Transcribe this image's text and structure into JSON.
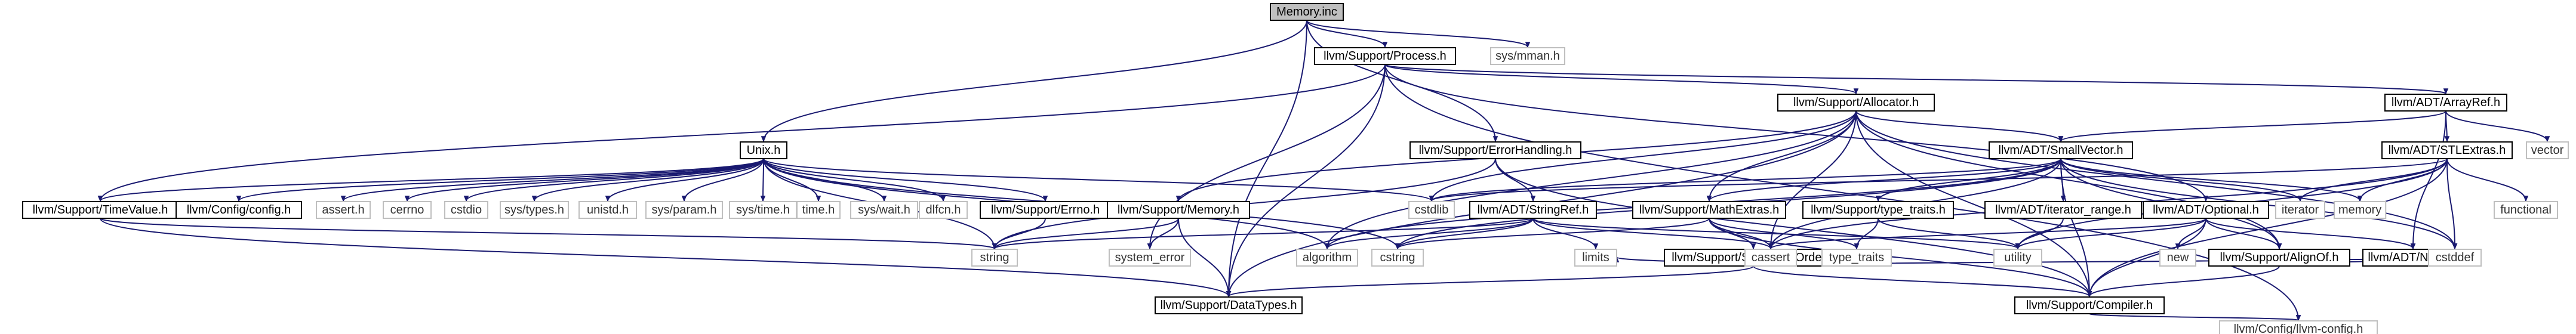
{
  "graph": {
    "title": "Include dependency graph for Memory.inc",
    "colors": {
      "edge": "#191970",
      "root_fill": "#bfbfbf",
      "external_border": "#bfbfbf"
    },
    "nodes": [
      {
        "id": "root",
        "label": "Memory.inc",
        "kind": "root"
      },
      {
        "id": "process",
        "label": "llvm/Support/Process.h",
        "kind": "boxed"
      },
      {
        "id": "sysmman",
        "label": "sys/mman.h",
        "kind": "plain"
      },
      {
        "id": "allocator",
        "label": "llvm/Support/Allocator.h",
        "kind": "boxed"
      },
      {
        "id": "arrayref",
        "label": "llvm/ADT/ArrayRef.h",
        "kind": "boxed"
      },
      {
        "id": "errorhandling",
        "label": "llvm/Support/ErrorHandling.h",
        "kind": "boxed"
      },
      {
        "id": "unixh",
        "label": "Unix.h",
        "kind": "boxed"
      },
      {
        "id": "smallvector",
        "label": "llvm/ADT/SmallVector.h",
        "kind": "boxed"
      },
      {
        "id": "stlextras",
        "label": "llvm/ADT/STLExtras.h",
        "kind": "boxed"
      },
      {
        "id": "vector",
        "label": "vector",
        "kind": "plain"
      },
      {
        "id": "timevalue",
        "label": "llvm/Support/TimeValue.h",
        "kind": "boxed"
      },
      {
        "id": "config",
        "label": "llvm/Config/config.h",
        "kind": "boxed"
      },
      {
        "id": "assert",
        "label": "assert.h",
        "kind": "plain"
      },
      {
        "id": "cerrno",
        "label": "cerrno",
        "kind": "plain"
      },
      {
        "id": "cstdio",
        "label": "cstdio",
        "kind": "plain"
      },
      {
        "id": "systypes",
        "label": "sys/types.h",
        "kind": "plain"
      },
      {
        "id": "unistd",
        "label": "unistd.h",
        "kind": "plain"
      },
      {
        "id": "sysparam",
        "label": "sys/param.h",
        "kind": "plain"
      },
      {
        "id": "systime",
        "label": "sys/time.h",
        "kind": "plain"
      },
      {
        "id": "time",
        "label": "time.h",
        "kind": "plain"
      },
      {
        "id": "syswait",
        "label": "sys/wait.h",
        "kind": "plain"
      },
      {
        "id": "dlfcn",
        "label": "dlfcn.h",
        "kind": "plain"
      },
      {
        "id": "errno",
        "label": "llvm/Support/Errno.h",
        "kind": "boxed"
      },
      {
        "id": "memoryh",
        "label": "llvm/Support/Memory.h",
        "kind": "boxed"
      },
      {
        "id": "stringref",
        "label": "llvm/ADT/StringRef.h",
        "kind": "boxed"
      },
      {
        "id": "cstdlib",
        "label": "cstdlib",
        "kind": "plain"
      },
      {
        "id": "mathextras",
        "label": "llvm/Support/MathExtras.h",
        "kind": "boxed"
      },
      {
        "id": "typetraitsh",
        "label": "llvm/Support/type_traits.h",
        "kind": "boxed"
      },
      {
        "id": "iterrange",
        "label": "llvm/ADT/iterator_range.h",
        "kind": "boxed"
      },
      {
        "id": "optional",
        "label": "llvm/ADT/Optional.h",
        "kind": "boxed"
      },
      {
        "id": "iterator",
        "label": "iterator",
        "kind": "plain"
      },
      {
        "id": "memory",
        "label": "memory",
        "kind": "plain"
      },
      {
        "id": "functional",
        "label": "functional",
        "kind": "plain"
      },
      {
        "id": "string",
        "label": "string",
        "kind": "plain"
      },
      {
        "id": "systemerror",
        "label": "system_error",
        "kind": "plain"
      },
      {
        "id": "algorithm",
        "label": "algorithm",
        "kind": "plain"
      },
      {
        "id": "limits",
        "label": "limits",
        "kind": "plain"
      },
      {
        "id": "cstring",
        "label": "cstring",
        "kind": "plain"
      },
      {
        "id": "swapbyte",
        "label": "llvm/Support/SwapByteOrder.h",
        "kind": "boxed"
      },
      {
        "id": "cassert",
        "label": "cassert",
        "kind": "plain"
      },
      {
        "id": "typetraits",
        "label": "type_traits",
        "kind": "plain"
      },
      {
        "id": "utility",
        "label": "utility",
        "kind": "plain"
      },
      {
        "id": "new",
        "label": "new",
        "kind": "plain"
      },
      {
        "id": "alignof",
        "label": "llvm/Support/AlignOf.h",
        "kind": "boxed"
      },
      {
        "id": "none",
        "label": "llvm/ADT/None.h",
        "kind": "boxed"
      },
      {
        "id": "cstddef",
        "label": "cstddef",
        "kind": "plain"
      },
      {
        "id": "datatypes",
        "label": "llvm/Support/DataTypes.h",
        "kind": "boxed"
      },
      {
        "id": "compiler",
        "label": "llvm/Support/Compiler.h",
        "kind": "boxed"
      },
      {
        "id": "llvmconfig",
        "label": "llvm/Config/llvm-config.h",
        "kind": "plain"
      }
    ],
    "edges": [
      [
        "root",
        "process"
      ],
      [
        "root",
        "sysmman"
      ],
      [
        "root",
        "unixh"
      ],
      [
        "root",
        "errorhandling"
      ],
      [
        "root",
        "datatypes"
      ],
      [
        "process",
        "allocator"
      ],
      [
        "process",
        "arrayref"
      ],
      [
        "process",
        "optional"
      ],
      [
        "process",
        "timevalue"
      ],
      [
        "process",
        "datatypes"
      ],
      [
        "process",
        "systemerror"
      ],
      [
        "process",
        "llvmconfig"
      ],
      [
        "allocator",
        "smallvector"
      ],
      [
        "allocator",
        "mathextras"
      ],
      [
        "allocator",
        "memoryh"
      ],
      [
        "allocator",
        "compiler"
      ],
      [
        "allocator",
        "datatypes"
      ],
      [
        "allocator",
        "algorithm"
      ],
      [
        "allocator",
        "cassert"
      ],
      [
        "allocator",
        "cstddef"
      ],
      [
        "allocator",
        "cstdlib"
      ],
      [
        "allocator",
        "alignof"
      ],
      [
        "arrayref",
        "smallvector"
      ],
      [
        "arrayref",
        "stlextras"
      ],
      [
        "arrayref",
        "vector"
      ],
      [
        "arrayref",
        "none"
      ],
      [
        "errorhandling",
        "stringref"
      ],
      [
        "errorhandling",
        "compiler"
      ],
      [
        "errorhandling",
        "string"
      ],
      [
        "unixh",
        "timevalue"
      ],
      [
        "unixh",
        "config"
      ],
      [
        "unixh",
        "assert"
      ],
      [
        "unixh",
        "cerrno"
      ],
      [
        "unixh",
        "cstdio"
      ],
      [
        "unixh",
        "systypes"
      ],
      [
        "unixh",
        "unistd"
      ],
      [
        "unixh",
        "sysparam"
      ],
      [
        "unixh",
        "systime"
      ],
      [
        "unixh",
        "time"
      ],
      [
        "unixh",
        "syswait"
      ],
      [
        "unixh",
        "dlfcn"
      ],
      [
        "unixh",
        "errno"
      ],
      [
        "unixh",
        "string"
      ],
      [
        "unixh",
        "algorithm"
      ],
      [
        "unixh",
        "cstdlib"
      ],
      [
        "unixh",
        "cstring"
      ],
      [
        "smallvector",
        "alignof"
      ],
      [
        "smallvector",
        "compiler"
      ],
      [
        "smallvector",
        "mathextras"
      ],
      [
        "smallvector",
        "typetraitsh"
      ],
      [
        "smallvector",
        "iterrange"
      ],
      [
        "smallvector",
        "algorithm"
      ],
      [
        "smallvector",
        "cassert"
      ],
      [
        "smallvector",
        "cstddef"
      ],
      [
        "smallvector",
        "cstdlib"
      ],
      [
        "smallvector",
        "cstring"
      ],
      [
        "smallvector",
        "iterator"
      ],
      [
        "smallvector",
        "memory"
      ],
      [
        "stlextras",
        "compiler"
      ],
      [
        "stlextras",
        "cassert"
      ],
      [
        "stlextras",
        "cstddef"
      ],
      [
        "stlextras",
        "cstdlib"
      ],
      [
        "stlextras",
        "functional"
      ],
      [
        "stlextras",
        "iterator"
      ],
      [
        "stlextras",
        "memory"
      ],
      [
        "stlextras",
        "utility"
      ],
      [
        "timevalue",
        "datatypes"
      ],
      [
        "timevalue",
        "string"
      ],
      [
        "errno",
        "string"
      ],
      [
        "memoryh",
        "datatypes"
      ],
      [
        "memoryh",
        "string"
      ],
      [
        "memoryh",
        "systemerror"
      ],
      [
        "stringref",
        "algorithm"
      ],
      [
        "stringref",
        "cassert"
      ],
      [
        "stringref",
        "cstring"
      ],
      [
        "stringref",
        "limits"
      ],
      [
        "stringref",
        "string"
      ],
      [
        "stringref",
        "utility"
      ],
      [
        "mathextras",
        "compiler"
      ],
      [
        "mathextras",
        "swapbyte"
      ],
      [
        "mathextras",
        "cassert"
      ],
      [
        "mathextras",
        "cstring"
      ],
      [
        "mathextras",
        "typetraits"
      ],
      [
        "typetraitsh",
        "typetraits"
      ],
      [
        "typetraitsh",
        "utility"
      ],
      [
        "iterrange",
        "utility"
      ],
      [
        "optional",
        "none"
      ],
      [
        "optional",
        "alignof"
      ],
      [
        "optional",
        "compiler"
      ],
      [
        "optional",
        "cassert"
      ],
      [
        "optional",
        "new"
      ],
      [
        "optional",
        "utility"
      ],
      [
        "swapbyte",
        "compiler"
      ],
      [
        "swapbyte",
        "datatypes"
      ],
      [
        "swapbyte",
        "cstddef"
      ],
      [
        "swapbyte",
        "limits"
      ],
      [
        "alignof",
        "compiler"
      ],
      [
        "alignof",
        "cstddef"
      ],
      [
        "compiler",
        "llvmconfig"
      ]
    ]
  }
}
